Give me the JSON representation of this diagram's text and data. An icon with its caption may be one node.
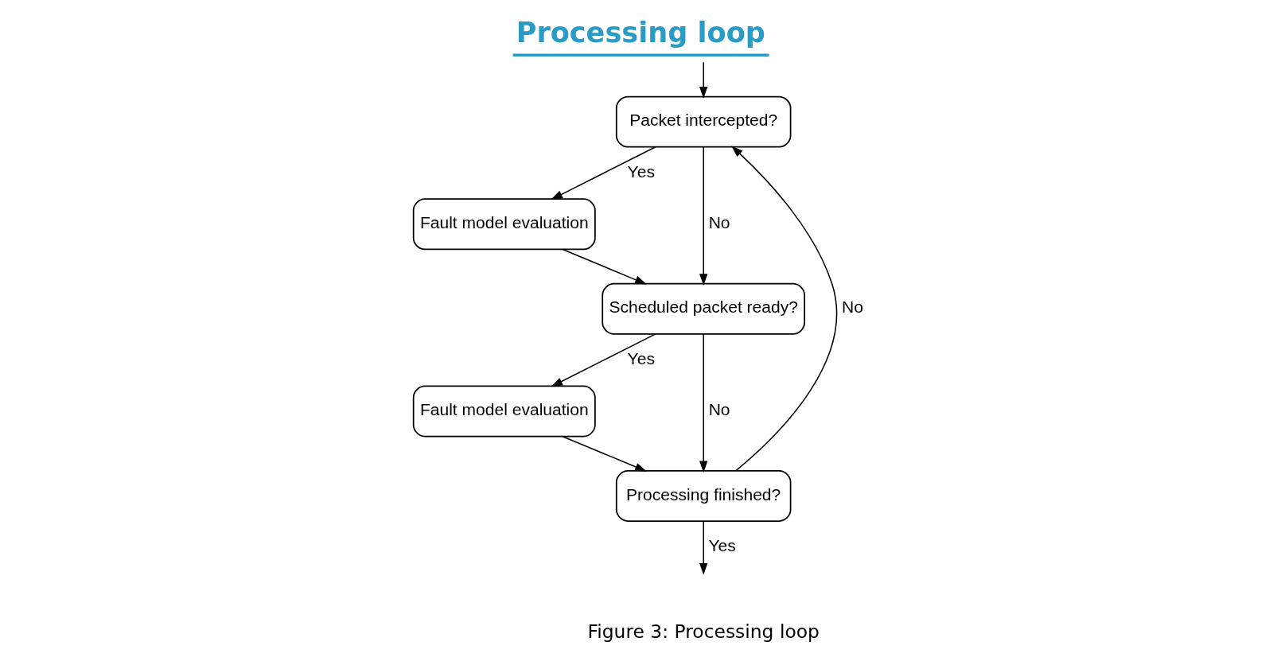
{
  "diagram": {
    "title": "Processing loop",
    "caption": "Figure 3: Processing loop",
    "nodes": [
      {
        "text": [
          "Packet intercepted?"
        ]
      },
      {
        "text": [
          "Fault model evaluation"
        ]
      },
      {
        "text": [
          "Scheduled packet ready?"
        ]
      },
      {
        "text": [
          "Fault model evaluation"
        ]
      },
      {
        "text": [
          "Processing finished?"
        ]
      }
    ],
    "edges": [
      {
        "from": null,
        "to": 0,
        "arrow": "to"
      },
      {
        "from": 4,
        "to": 0,
        "label": "No",
        "arrow": "to"
      },
      {
        "from": 0,
        "to": 1,
        "label": "Yes",
        "arrow": "to"
      },
      {
        "from": 0,
        "to": 2,
        "label": "No",
        "arrow": "to"
      },
      {
        "from": 1,
        "to": 2,
        "arrow": "to"
      },
      {
        "from": 2,
        "to": 3,
        "label": "Yes",
        "arrow": "to"
      },
      {
        "from": 2,
        "to": 4,
        "label": "No",
        "arrow": "to"
      },
      {
        "from": 3,
        "to": 4,
        "arrow": "to"
      },
      {
        "from": 4,
        "to": null,
        "label": "Yes",
        "arrow": "to"
      }
    ]
  }
}
